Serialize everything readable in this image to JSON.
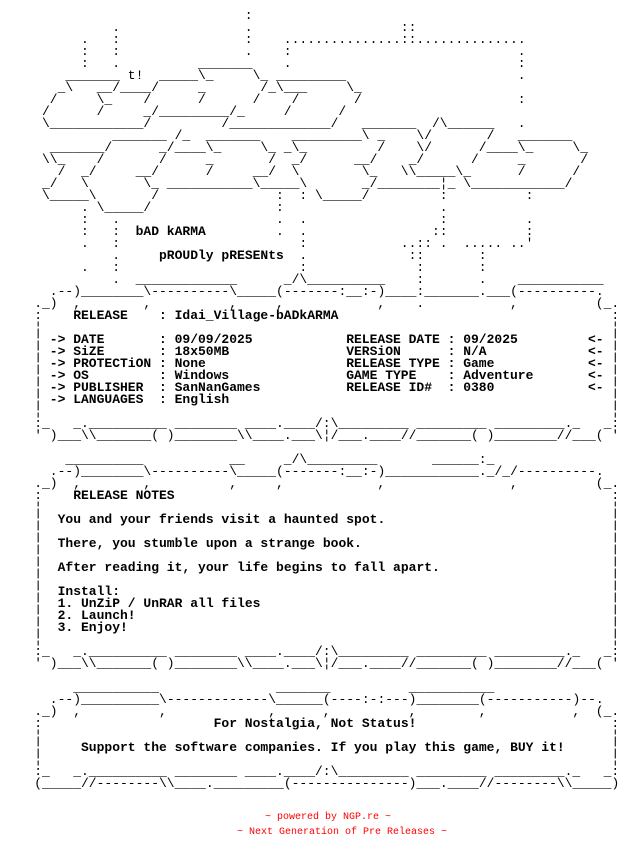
{
  "header_art": {
    "rows": [
      "                               :",
      "              .                .                   ::",
      "          .   :                :    ...............::..............",
      "          :   :                .    :                             .",
      "          :   .          _______    .                             :",
      "        _______ t!  _____\\_     \\_ _________                      .",
      "       _\\   __/____/     _       /_\\___     \\_",
      "      /     \\_    /      /      /    /       /                    :",
      "     /      /     _/_________/_     /      /",
      "     \\____________/         /_____________/   _______  /\\______   .",
      "              _______ /_  _______    _________\\ _    \\/       /   _______",
      "      _______/      _/____\\_     \\_ _\\_         /    \\/      /____\\_     \\_",
      "     \\\\_    /       /     _       /  _/      __/    _/      /     _       /",
      "       /  _/     __/      /     __/  \\        \\_   \\\\_____\\_      /      /",
      "     _/   \\       \\_ ___________\\_____\\       _/________¦_ \\____________/",
      "     \\_____\\       /               :  : \\_____/         :          :",
      "          . \\_____/                :                    .",
      "          :   .                    .  .                 :          .",
      "          :   :                    .  .                ::          :",
      "          .   :                       :            ..:: .  ..... ..'",
      "              .                       .             ::       :",
      "          .   :                       :              :       :",
      "              .  _____________      _/\\__________    :       .    ___________",
      "      .--)________\\----------\\_____(-------:__:-)____:_______.___(----------.",
      "    ._)  ,        ,          ,     ,            ,    .           ,          (_."
    ],
    "group_name": "bAD kARMA",
    "tagline": "pROUDly pRESENts"
  },
  "frame": {
    "corner": ":",
    "side": "¦"
  },
  "release_box": {
    "release_label": "RELEASE",
    "release_value": "Idai_Village-bADkARMA",
    "separator": ":",
    "arrow_in": "->",
    "arrow_out": "<-",
    "fields_left": [
      {
        "label": "DATE",
        "value": "09/09/2025"
      },
      {
        "label": "SiZE",
        "value": "18x50MB"
      },
      {
        "label": "PROTECTiON",
        "value": "None"
      },
      {
        "label": "OS",
        "value": "Windows"
      },
      {
        "label": "PUBLISHER",
        "value": "SanNanGames"
      },
      {
        "label": "LANGUAGES",
        "value": "English"
      }
    ],
    "fields_right": [
      {
        "label": "RELEASE DATE",
        "value": "09/2025"
      },
      {
        "label": "VERSiON",
        "value": "N/A"
      },
      {
        "label": "RELEASE TYPE",
        "value": "Game"
      },
      {
        "label": "GAME TYPE",
        "value": "Adventure"
      },
      {
        "label": "RELEASE ID#",
        "value": "0380"
      }
    ],
    "bottom_art": [
      "    :_   _.__________ ________ ____.____/:\\_________ _________ _________._   _:",
      "    ' )___\\\\_______( )________\\\\____.___\\¦/___.____//_______( )________//___( '"
    ]
  },
  "notes_box": {
    "top_art": [
      "        __________           __     _/\\_________       ______:_",
      "      .--)________\\----------\\_____(-------:__:-)____________._/_/----------.",
      "    ._)  ,        ,          ,     ,            ,                ,          (_."
    ],
    "title": "RELEASE NOTES",
    "paragraphs": [
      "You and your friends visit a haunted spot.",
      "There, you stumble upon a strange book.",
      "After reading it, your life begins to fall apart."
    ],
    "install_title": "Install:",
    "steps": [
      "1. UnZiP / UnRAR all files",
      "2. Launch!",
      "3. Enjoy!"
    ],
    "bottom_art": [
      "    :_   _.__________ ________ ____.____/:\\_________ _________ _________._   _:",
      "    ' )___\\\\_______( )________\\\\____.___\\¦/___.____//_______( )________//___( '"
    ]
  },
  "footer_box": {
    "top_art": [
      "         ___________               _______          ___________",
      "      .--)__________\\-------------\\______(----:-:---)________(-----------)--.",
      "    ._)  ,          ,             ,      ,          ,        ,           ,  (_."
    ],
    "slogan": "For Nostalgia, Not Status!",
    "message": "Support the software companies. If you play this game, BUY it!",
    "bottom_art": [
      "    :_   _.__________ ________ ____.____/:\\_________ _________ _________._   _:",
      "    (_____//--------\\\\____._________(---------------)___.____//--------\\\\_____)"
    ]
  },
  "credits": {
    "line1": "~ powered by NGP.re ~",
    "line2": "~ Next Generation of Pre Releases ~",
    "color": "#ff0000"
  }
}
